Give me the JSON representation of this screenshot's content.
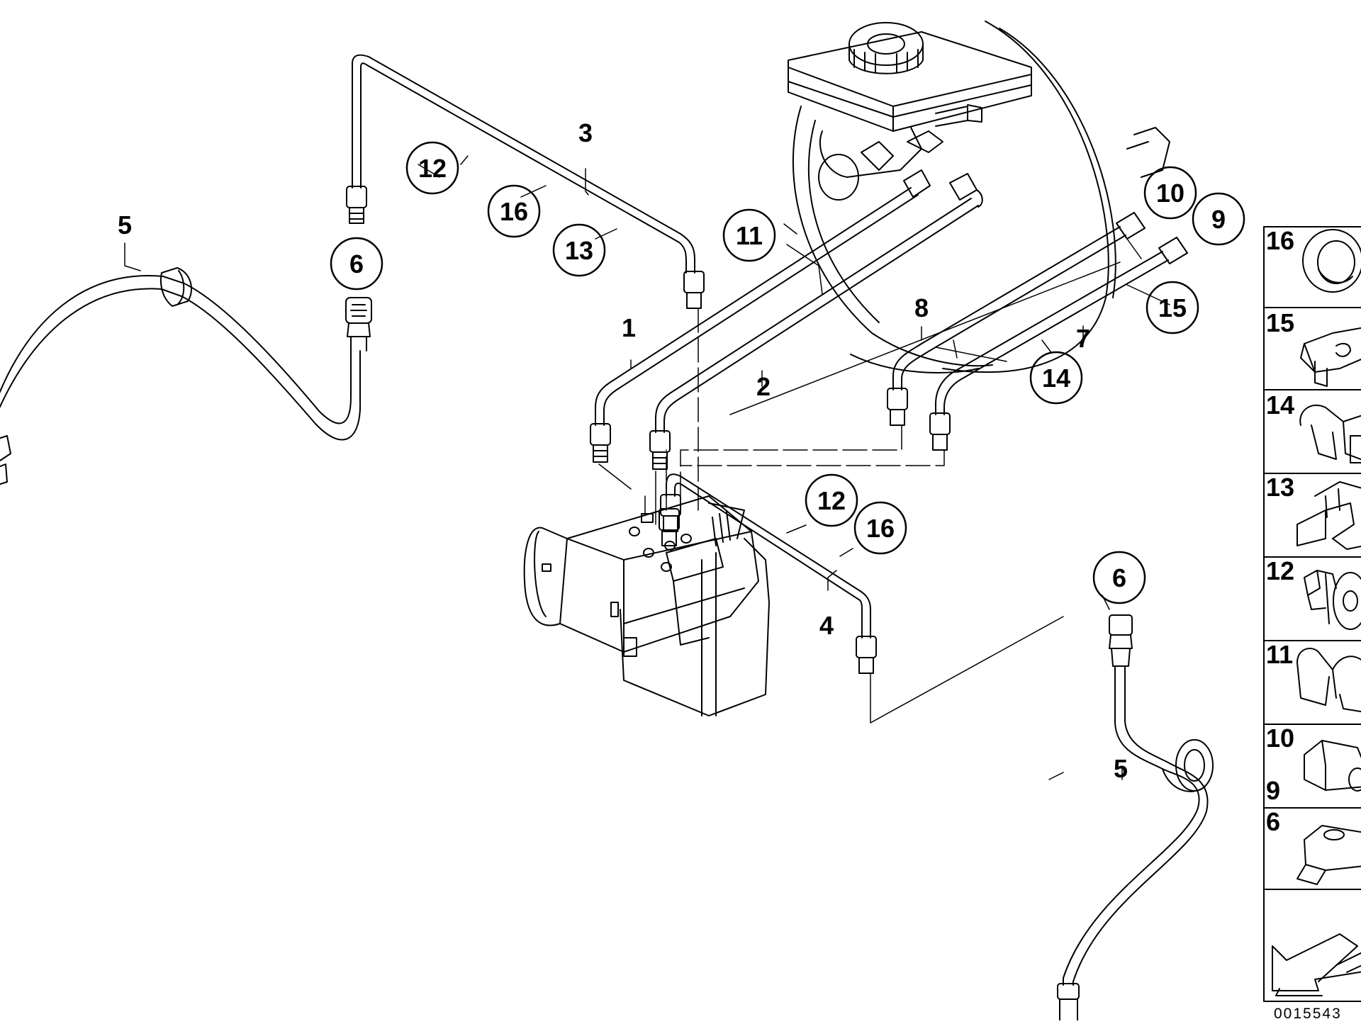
{
  "diagram": {
    "labels": {
      "l1": "1",
      "l2": "2",
      "l3": "3",
      "l4": "4",
      "l5a": "5",
      "l5b": "5",
      "l7": "7",
      "l8": "8"
    },
    "callouts": {
      "c12a": "12",
      "c16a": "16",
      "c13": "13",
      "c6a": "6",
      "c11": "11",
      "c10": "10",
      "c9": "9",
      "c15": "15",
      "c14": "14",
      "c12b": "12",
      "c16b": "16",
      "c6b": "6"
    },
    "legend": [
      {
        "num": "16",
        "icon": "grommet-icon"
      },
      {
        "num": "15",
        "icon": "double-pipe-clip-icon"
      },
      {
        "num": "14",
        "icon": "pipe-clip-icon"
      },
      {
        "num": "13",
        "icon": "pipe-holder-icon"
      },
      {
        "num": "12",
        "icon": "push-clip-icon"
      },
      {
        "num": "11",
        "icon": "twin-clip-icon"
      },
      {
        "num": "10",
        "icon": "union-nut-icon"
      },
      {
        "num": "9",
        "icon": ""
      },
      {
        "num": "6",
        "icon": "bracket-icon"
      }
    ],
    "doc_id": "0015543"
  }
}
